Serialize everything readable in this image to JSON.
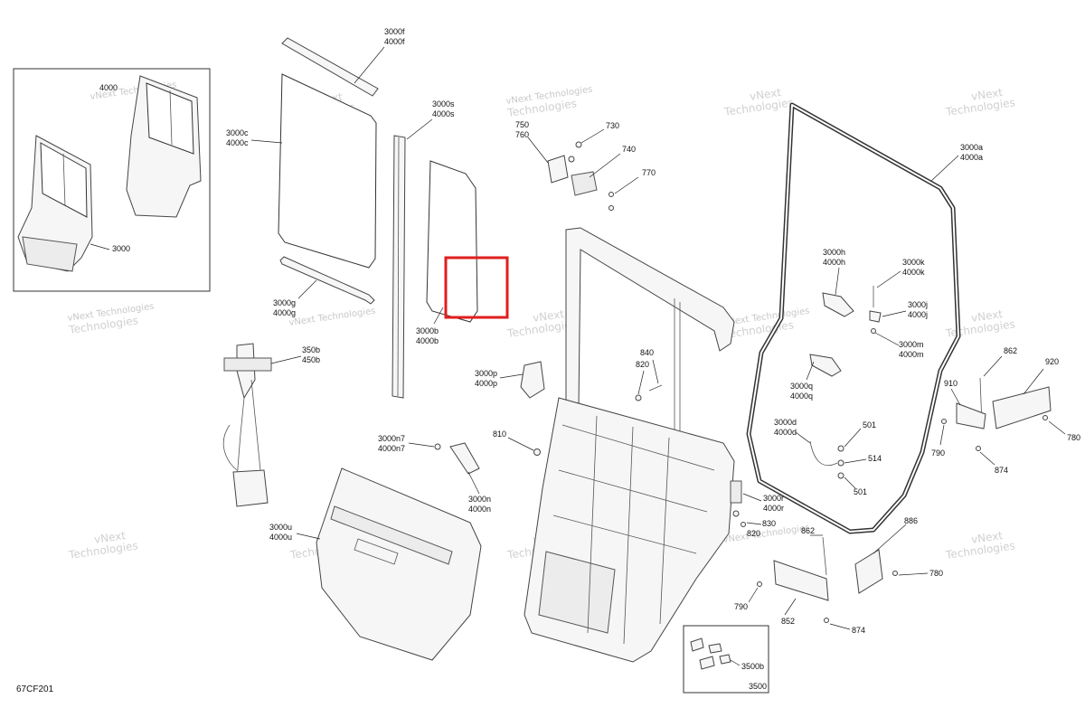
{
  "diagram_code": "67CF201",
  "highlight_color": "#e01e1e",
  "watermark": {
    "line1": "vNext",
    "line2": "Technologies",
    "small": "vNext Technologies"
  },
  "labels": {
    "l3000f": [
      "3000f",
      "4000f"
    ],
    "l3000c": [
      "3000c",
      "4000c"
    ],
    "l3000s": [
      "3000s",
      "4000s"
    ],
    "l3000g": [
      "3000g",
      "4000g"
    ],
    "l3000b": [
      "3000b",
      "4000b"
    ],
    "l350b": [
      "350b",
      "450b"
    ],
    "l750": [
      "750",
      "760"
    ],
    "l730": [
      "730"
    ],
    "l740": [
      "740"
    ],
    "l770": [
      "770"
    ],
    "l3000a": [
      "3000a",
      "4000a"
    ],
    "l3000h": [
      "3000h",
      "4000h"
    ],
    "l3000k": [
      "3000k",
      "4000k"
    ],
    "l3000j": [
      "3000j",
      "4000j"
    ],
    "l3000m": [
      "3000m",
      "4000m"
    ],
    "l3000q": [
      "3000q",
      "4000q"
    ],
    "l3000d": [
      "3000d",
      "4000d"
    ],
    "l501a": [
      "501"
    ],
    "l514": [
      "514"
    ],
    "l501b": [
      "501"
    ],
    "l3000p": [
      "3000p",
      "4000p"
    ],
    "l820": [
      "820"
    ],
    "l840": [
      "840"
    ],
    "l810": [
      "810"
    ],
    "l3000n7": [
      "3000n7",
      "4000n7"
    ],
    "l3000n": [
      "3000n",
      "4000n"
    ],
    "l3000u": [
      "3000u",
      "4000u"
    ],
    "l3000r": [
      "3000r",
      "4000r"
    ],
    "l830": [
      "830"
    ],
    "l820b": [
      "820"
    ],
    "l862a": [
      "862"
    ],
    "l910": [
      "910"
    ],
    "l920": [
      "920"
    ],
    "l790a": [
      "790"
    ],
    "l874a": [
      "874"
    ],
    "l780a": [
      "780"
    ],
    "l862b": [
      "862"
    ],
    "l886": [
      "886"
    ],
    "l780b": [
      "780"
    ],
    "l790b": [
      "790"
    ],
    "l852": [
      "852"
    ],
    "l874b": [
      "874"
    ],
    "l3500b": [
      "3500b"
    ],
    "l3500": [
      "3500"
    ],
    "l3000inset": [
      "3000"
    ],
    "l4000inset": [
      "4000"
    ]
  }
}
